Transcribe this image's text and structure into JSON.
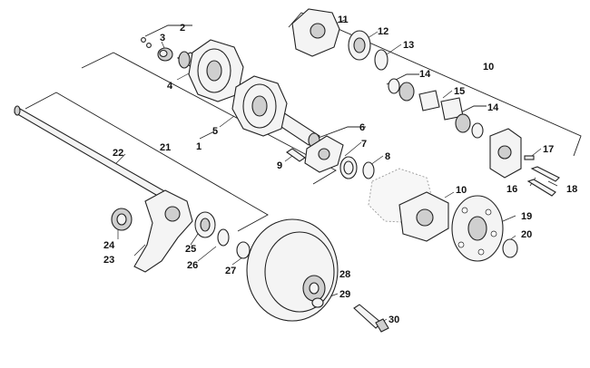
{
  "callouts": [
    {
      "id": "1",
      "label": "1"
    },
    {
      "id": "2",
      "label": "2"
    },
    {
      "id": "3",
      "label": "3"
    },
    {
      "id": "4",
      "label": "4"
    },
    {
      "id": "5",
      "label": "5"
    },
    {
      "id": "6",
      "label": "6"
    },
    {
      "id": "7",
      "label": "7"
    },
    {
      "id": "8",
      "label": "8"
    },
    {
      "id": "9",
      "label": "9"
    },
    {
      "id": "10a",
      "label": "10"
    },
    {
      "id": "10b",
      "label": "10"
    },
    {
      "id": "11",
      "label": "11"
    },
    {
      "id": "12",
      "label": "12"
    },
    {
      "id": "13",
      "label": "13"
    },
    {
      "id": "14a",
      "label": "14"
    },
    {
      "id": "14b",
      "label": "14"
    },
    {
      "id": "15",
      "label": "15"
    },
    {
      "id": "16",
      "label": "16"
    },
    {
      "id": "17",
      "label": "17"
    },
    {
      "id": "18",
      "label": "18"
    },
    {
      "id": "19",
      "label": "19"
    },
    {
      "id": "20",
      "label": "20"
    },
    {
      "id": "21",
      "label": "21"
    },
    {
      "id": "22",
      "label": "22"
    },
    {
      "id": "23",
      "label": "23"
    },
    {
      "id": "24",
      "label": "24"
    },
    {
      "id": "25",
      "label": "25"
    },
    {
      "id": "26",
      "label": "26"
    },
    {
      "id": "27",
      "label": "27"
    },
    {
      "id": "28",
      "label": "28"
    },
    {
      "id": "29",
      "label": "29"
    },
    {
      "id": "30",
      "label": "30"
    }
  ]
}
